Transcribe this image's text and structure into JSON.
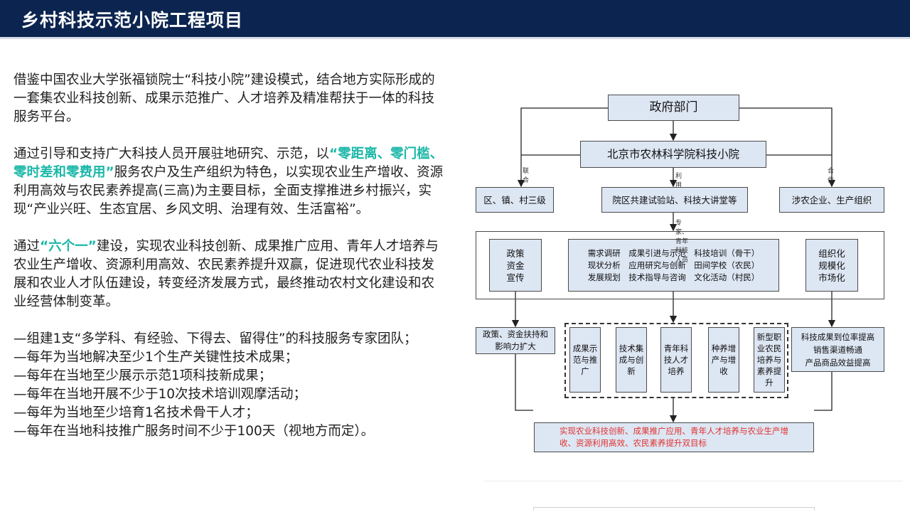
{
  "header": {
    "title": "乡村科技示范小院工程项目"
  },
  "intro": {
    "p1": "借鉴中国农业大学张福锁院士“科技小院”建设模式，结合地方实际形成的一套集农业科技创新、成果示范推广、人才培养及精准帮扶于一体的科技服务平台。",
    "p2_before": "通过引导和支持广大科技人员开展驻地研究、示范，以",
    "p2_highlight": "“零距离、零门槛、零时差和零费用”",
    "p2_after": "服务农户及生产组织为特色，以实现农业生产增收、资源利用高效与农民素养提高(三高)为主要目标，全面支撑推进乡村振兴，实现“产业兴旺、生态宜居、乡风文明、治理有效、生活富裕”。",
    "p3_before": "通过",
    "p3_highlight": "“六个一”",
    "p3_after": "建设，实现农业科技创新、成果推广应用、青年人才培养与农业生产增收、资源利用高效、农民素养提升双赢，促进现代农业科技发展和农业人才队伍建设，转变经济发展方式，最终推动农村文化建设和农业经营体制变革。",
    "items": [
      "—组建1支“多学科、有经验、下得去、留得住”的科技服务专家团队；",
      "—每年为当地解决至少1个生产关键性技术成果；",
      "—每年在当地至少展示示范1项科技新成果；",
      "—每年在当地开展不少于10次技术培训观摩活动；",
      "—每年为当地至少培育1名技术骨干人才；",
      "—每年在当地科技推广服务时间不少于100天（视地方而定）。"
    ]
  },
  "diagram": {
    "gov": "政府部门",
    "academy": "北京市农林科学院科技小院",
    "edge_lianhe": "联合",
    "edge_liyong": "利用",
    "edge_hezuo": "合作",
    "edge_experts": "专家、青年科技人员",
    "levels": "区、镇、村三级",
    "stations": "院区共建试验站、科技大讲堂等",
    "enterprises": "涉农企业、生产组织",
    "policy": [
      "政策",
      "资金",
      "宣传"
    ],
    "center_rows": [
      "需求调研　成果引进与示范　科技培训（骨干）",
      "现状分析　应用研究与创新　田间学校（农民）",
      "发展规划　技术指导与咨询　文化活动（村民）"
    ],
    "org": [
      "组织化",
      "规模化",
      "市场化"
    ],
    "policy_out": [
      "政策、资金扶持和",
      "影响力扩大"
    ],
    "outputs": [
      [
        "成果示",
        "范与推",
        "广"
      ],
      [
        "技术集",
        "成与创",
        "新"
      ],
      [
        "青年科",
        "技人才",
        "培养"
      ],
      [
        "种养增",
        "产与增",
        "收"
      ],
      [
        "新型职",
        "业农民",
        "培养与",
        "素养提",
        "升"
      ]
    ],
    "market_out": [
      "科技成果到位率提高",
      "销售渠道畅通",
      "产品商品效益提高"
    ],
    "goal": [
      "实现农业科技创新、成果推广应用、青年人才培养与农业生产增",
      "收、资源利用高效、农民素养提升双目标"
    ]
  }
}
